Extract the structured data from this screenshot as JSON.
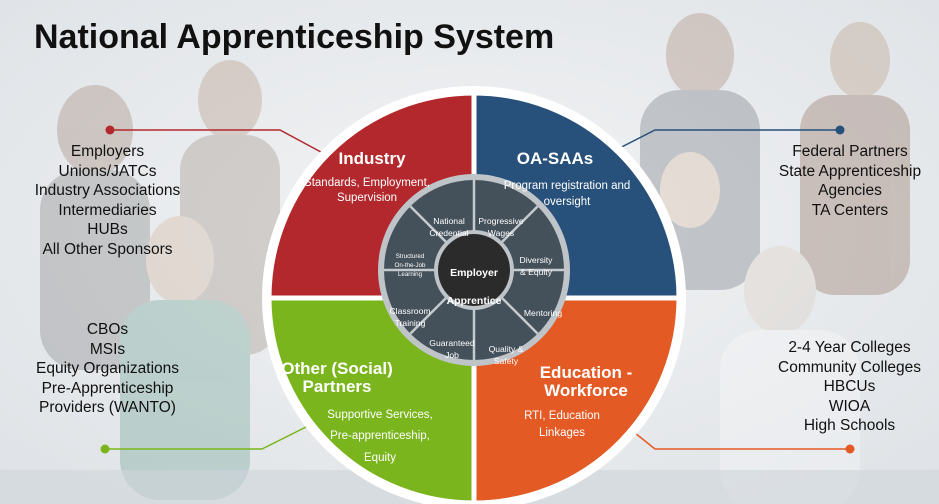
{
  "title": "National Apprenticeship System",
  "lists": {
    "industry": [
      "Employers",
      "Unions/JATCs",
      "Industry Associations",
      "Intermediaries",
      "HUBs",
      "All Other Sponsors"
    ],
    "oa_saas": [
      "Federal Partners",
      "State Apprenticeship",
      "Agencies",
      "TA Centers"
    ],
    "other": [
      "CBOs",
      "MSIs",
      "Equity Organizations",
      "Pre-Apprenticeship",
      "Providers (WANTO)"
    ],
    "education": [
      "2-4 Year Colleges",
      "Community Colleges",
      "HBCUs",
      "WIOA",
      "High Schools"
    ]
  },
  "quadrants": {
    "industry": {
      "title": "Industry",
      "desc": [
        "Standards, Employment,",
        "Supervision"
      ]
    },
    "oa_saas": {
      "title": "OA-SAAs",
      "desc": [
        "Program registration and",
        "oversight"
      ]
    },
    "other": {
      "title": [
        "Other (Social)",
        "Partners"
      ],
      "desc": [
        "Supportive Services,",
        "Pre-apprenticeship,",
        "Equity"
      ]
    },
    "education": {
      "title": [
        "Education -",
        "Workforce"
      ],
      "desc": [
        "RTI, Education",
        "Linkages"
      ]
    }
  },
  "segments": {
    "national_credential": [
      "National",
      "Credential"
    ],
    "progressive_wages": [
      "Progressive",
      "Wages"
    ],
    "diversity_equity": [
      "Diversity",
      "& Equity"
    ],
    "mentoring": [
      "Mentoring"
    ],
    "quality_safety": [
      "Quality &",
      "Safety"
    ],
    "guaranteed_job": [
      "Guaranteed",
      "Job"
    ],
    "classroom_training": [
      "Classroom",
      "Training"
    ],
    "structured_ojl": [
      "Structured",
      "On-the-Job",
      "Learning"
    ]
  },
  "hub": {
    "line1": "Employer",
    "line2": "Apprentice"
  },
  "colors": {
    "industry": "#b3282d",
    "oa_saas": "#27507a",
    "other": "#7ab51d",
    "education": "#e35a25",
    "ring": "#44505a",
    "hub": "#2b2b2b"
  }
}
